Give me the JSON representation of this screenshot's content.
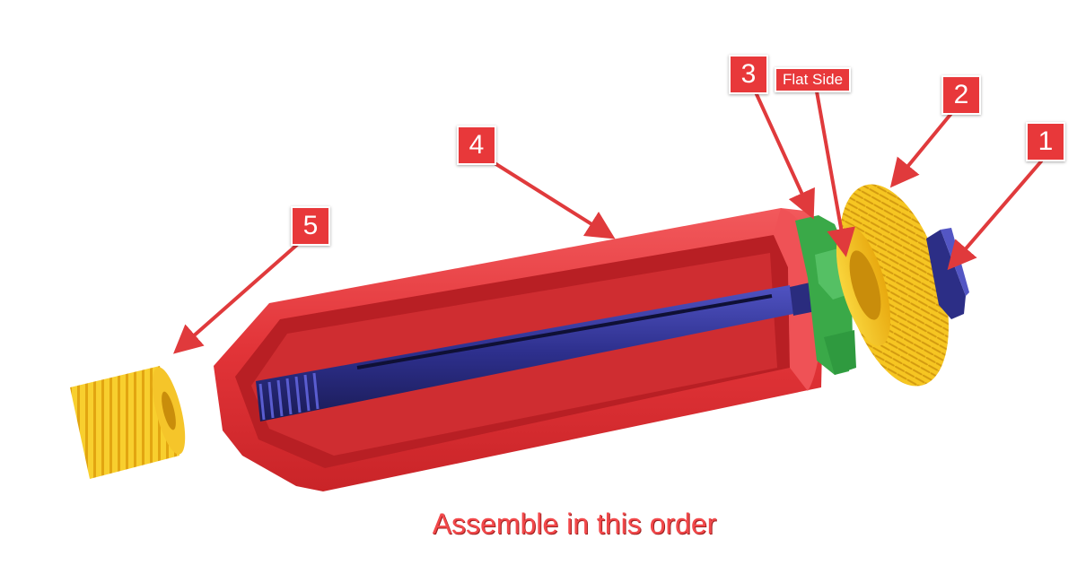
{
  "labels": {
    "part1": "1",
    "part2": "2",
    "part3": "3",
    "flat_side": "Flat Side",
    "part4": "4",
    "part5": "5"
  },
  "caption": "Assemble in this order",
  "colors": {
    "label_fill": "#e8383a",
    "arrow": "#e03a3c",
    "body_red": "#e63a3e",
    "rod_blue": "#2d2f8c",
    "knob_yellow": "#f5c21c",
    "washer_green": "#3aa948"
  }
}
